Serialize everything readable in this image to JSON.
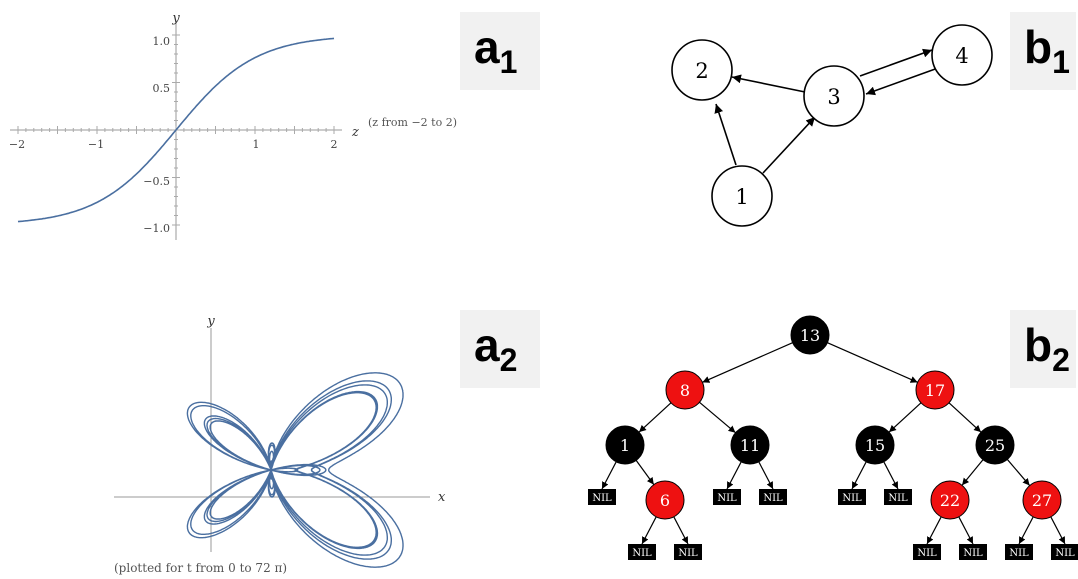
{
  "panels": {
    "a1": {
      "tag_letter": "a",
      "tag_sub": "1",
      "caption": "(z  from  −2 to 2)",
      "chart_data": {
        "type": "line",
        "function": "tanh(z)",
        "xlabel": "z",
        "ylabel": "y",
        "xlim": [
          -2,
          2
        ],
        "ylim": [
          -1,
          1
        ],
        "xticks": [
          "−2",
          "−1",
          "1",
          "2"
        ],
        "yticks": [
          "1.0",
          "0.5",
          "−0.5",
          "−1.0"
        ],
        "color": "#4a6fa0"
      }
    },
    "a2": {
      "tag_letter": "a",
      "tag_sub": "2",
      "caption": "(plotted for t from 0 to 72 π)",
      "chart_data": {
        "type": "line",
        "curve": "butterfly",
        "xlabel": "x",
        "ylabel": "y",
        "color": "#4a6fa0"
      }
    },
    "b1": {
      "tag_letter": "b",
      "tag_sub": "1",
      "nodes": [
        "1",
        "2",
        "3",
        "4"
      ],
      "edges": [
        [
          "1",
          "2"
        ],
        [
          "1",
          "3"
        ],
        [
          "3",
          "2"
        ],
        [
          "3",
          "4"
        ],
        [
          "4",
          "3"
        ]
      ]
    },
    "b2": {
      "tag_letter": "b",
      "tag_sub": "2",
      "colors": {
        "red": "#ee1111",
        "black": "#000000"
      },
      "nodes": [
        {
          "key": "13",
          "color": "black"
        },
        {
          "key": "8",
          "color": "red"
        },
        {
          "key": "17",
          "color": "red"
        },
        {
          "key": "1",
          "color": "black"
        },
        {
          "key": "11",
          "color": "black"
        },
        {
          "key": "15",
          "color": "black"
        },
        {
          "key": "25",
          "color": "black"
        },
        {
          "key": "6",
          "color": "red"
        },
        {
          "key": "22",
          "color": "red"
        },
        {
          "key": "27",
          "color": "red"
        }
      ],
      "nil_label": "NIL"
    }
  }
}
